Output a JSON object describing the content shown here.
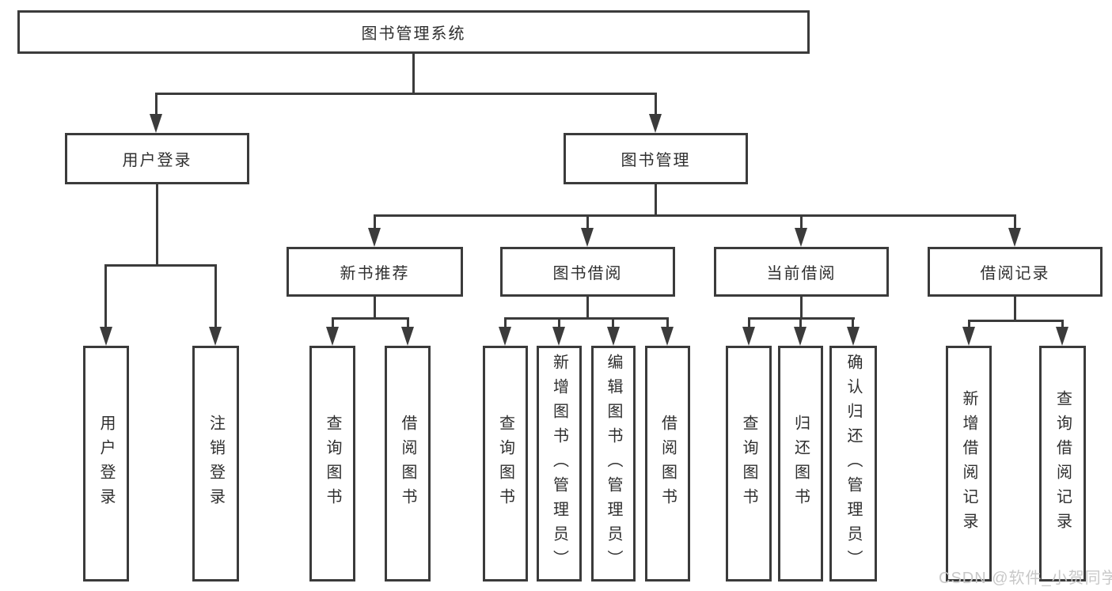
{
  "tree": {
    "root": {
      "label": "图书管理系统"
    },
    "branches": [
      {
        "label": "用户登录",
        "children": [
          {
            "label": "用户登录"
          },
          {
            "label": "注销登录"
          }
        ]
      },
      {
        "label": "图书管理",
        "children": [
          {
            "label": "新书推荐",
            "children": [
              {
                "label": "查询图书"
              },
              {
                "label": "借阅图书"
              }
            ]
          },
          {
            "label": "图书借阅",
            "children": [
              {
                "label": "查询图书"
              },
              {
                "label": "新增图书（管理员）"
              },
              {
                "label": "编辑图书（管理员）"
              },
              {
                "label": "借阅图书"
              }
            ]
          },
          {
            "label": "当前借阅",
            "children": [
              {
                "label": "查询图书"
              },
              {
                "label": "归还图书"
              },
              {
                "label": "确认归还（管理员）"
              }
            ]
          },
          {
            "label": "借阅记录",
            "children": [
              {
                "label": "新增借阅记录"
              },
              {
                "label": "查询借阅记录"
              }
            ]
          }
        ]
      }
    ]
  },
  "watermark": {
    "text": "CSDN @软件_小贺同学"
  },
  "colors": {
    "line": "#3b3b3b",
    "text": "#2f2f2f",
    "watermark": "#c8c8c8",
    "background": "#ffffff"
  }
}
